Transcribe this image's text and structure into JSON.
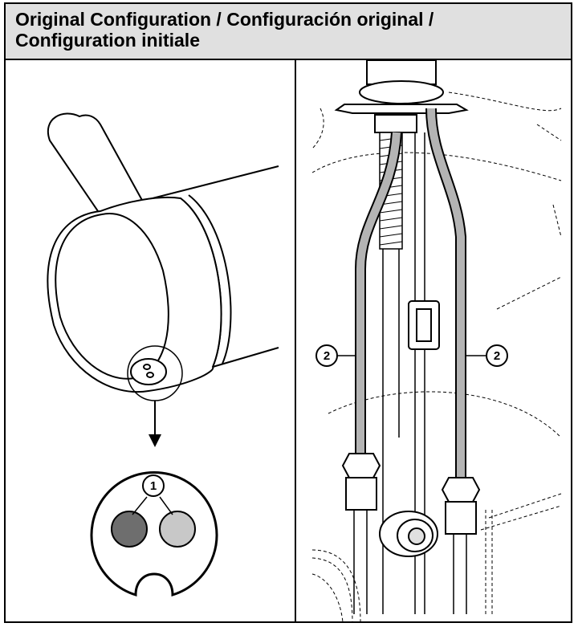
{
  "header": {
    "title_line1": "Original Configuration / Configuración original /",
    "title_line2": "Configuration initiale"
  },
  "callouts": {
    "inlet_holes": "1",
    "supply_hose_left": "2",
    "supply_hose_right": "2"
  },
  "colors": {
    "hot_inlet": "#6e6e6e",
    "cold_inlet": "#c8c8c8",
    "hose_fill": "#b4b4b4",
    "header_bg": "#e0e0e0"
  }
}
